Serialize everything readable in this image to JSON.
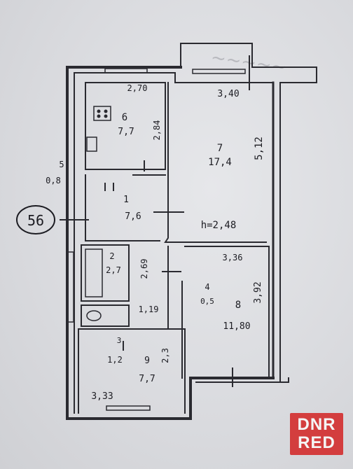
{
  "apartment_number": "56",
  "ceiling_height": "h=2,48",
  "rooms": [
    {
      "id": "6",
      "area": "7,7"
    },
    {
      "id": "7",
      "area": "17,4"
    },
    {
      "id": "5",
      "area": "0,8"
    },
    {
      "id": "1",
      "area": "7,6"
    },
    {
      "id": "2",
      "area": "2,7"
    },
    {
      "id": "4",
      "area": "0,5"
    },
    {
      "id": "8",
      "area": "11,80"
    },
    {
      "id": "3",
      "area": "1,2"
    },
    {
      "id": "9",
      "area": "7,7"
    }
  ],
  "dimensions": {
    "kitchen_width": "2,70",
    "kitchen_length": "2,84",
    "living_width": "3,40",
    "living_length": "5,12",
    "bedroom_width": "3,36",
    "bedroom_length": "3,92",
    "bath_length": "2,69",
    "corridor_width": "1,19",
    "room9_width": "3,33",
    "room9_length": "2,3"
  },
  "watermark": {
    "line1": "DNR",
    "line2": "RED",
    "color": "#d32828"
  }
}
